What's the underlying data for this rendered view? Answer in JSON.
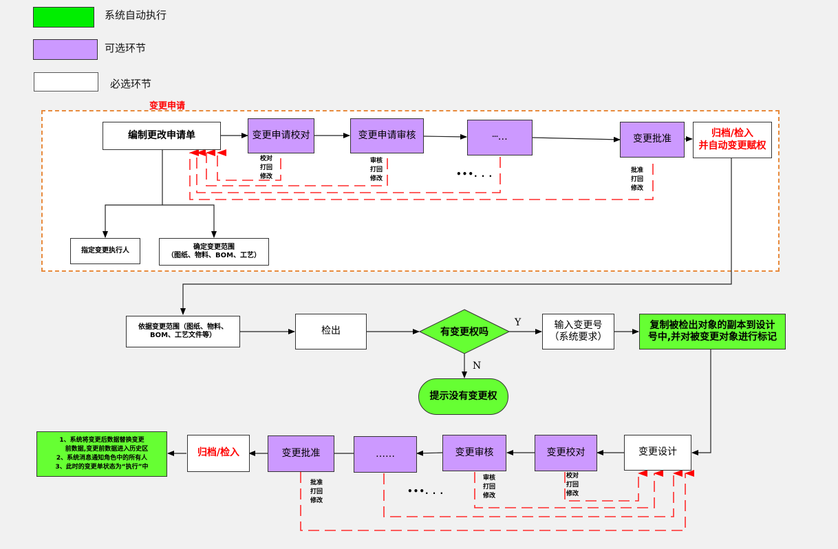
{
  "legend": [
    {
      "label": "系统自动执行",
      "color": "#00ee00"
    },
    {
      "label": "可选环节",
      "color": "#cc99ff"
    },
    {
      "label": "必选环节",
      "color": "#ffffff"
    }
  ],
  "region": {
    "title": "变更申请",
    "title_color": "#ff0000",
    "border_color": "#e88a3c"
  },
  "request_flow": {
    "edit_form": "编制更改申请单",
    "check": "变更申请校对",
    "review": "变更申请审核",
    "more": "┄…",
    "approve": "变更批准",
    "archive_line1": "归档/检入",
    "archive_line2": "并自动变更赋权",
    "assign_executor": "指定变更执行人",
    "scope_line1": "确定变更范围",
    "scope_line2": "（图纸、物料、BOM、工艺）",
    "check_actions": [
      "校对",
      "打回",
      "修改"
    ],
    "review_actions": [
      "审核",
      "打回",
      "修改"
    ],
    "approve_actions": [
      "批准",
      "打回",
      "修改"
    ],
    "ellipsis": "•••. . ."
  },
  "checkout_flow": {
    "by_scope_line1": "依据变更范围（图纸、物料、",
    "by_scope_line2": "BOM、工艺文件等）",
    "checkout": "检出",
    "decision": "有变更权吗",
    "yes": "Y",
    "no": "N",
    "no_right": "提示没有变更权",
    "input_no_line1": "输入变更号",
    "input_no_line2": "（系统要求）",
    "copy_line1": "复制被检出对象的副本到设计",
    "copy_line2": "号中,并对被变更对象进行标记"
  },
  "design_flow": {
    "design": "变更设计",
    "check": "变更校对",
    "review": "变更审核",
    "more": "……",
    "approve": "变更批准",
    "archive": "归档/检入",
    "result_lines": [
      "1、系统将变更后数据替换变更",
      "前数据,变更前数据进入历史区",
      "2、系统消息通知角色中的所有人",
      "3、此时的变更单状态为“执行”中"
    ],
    "check_actions": [
      "校对",
      "打回",
      "修改"
    ],
    "review_actions": [
      "审核",
      "打回",
      "修改"
    ],
    "approve_actions": [
      "批准",
      "打回",
      "修改"
    ],
    "ellipsis": "•••. . ."
  }
}
